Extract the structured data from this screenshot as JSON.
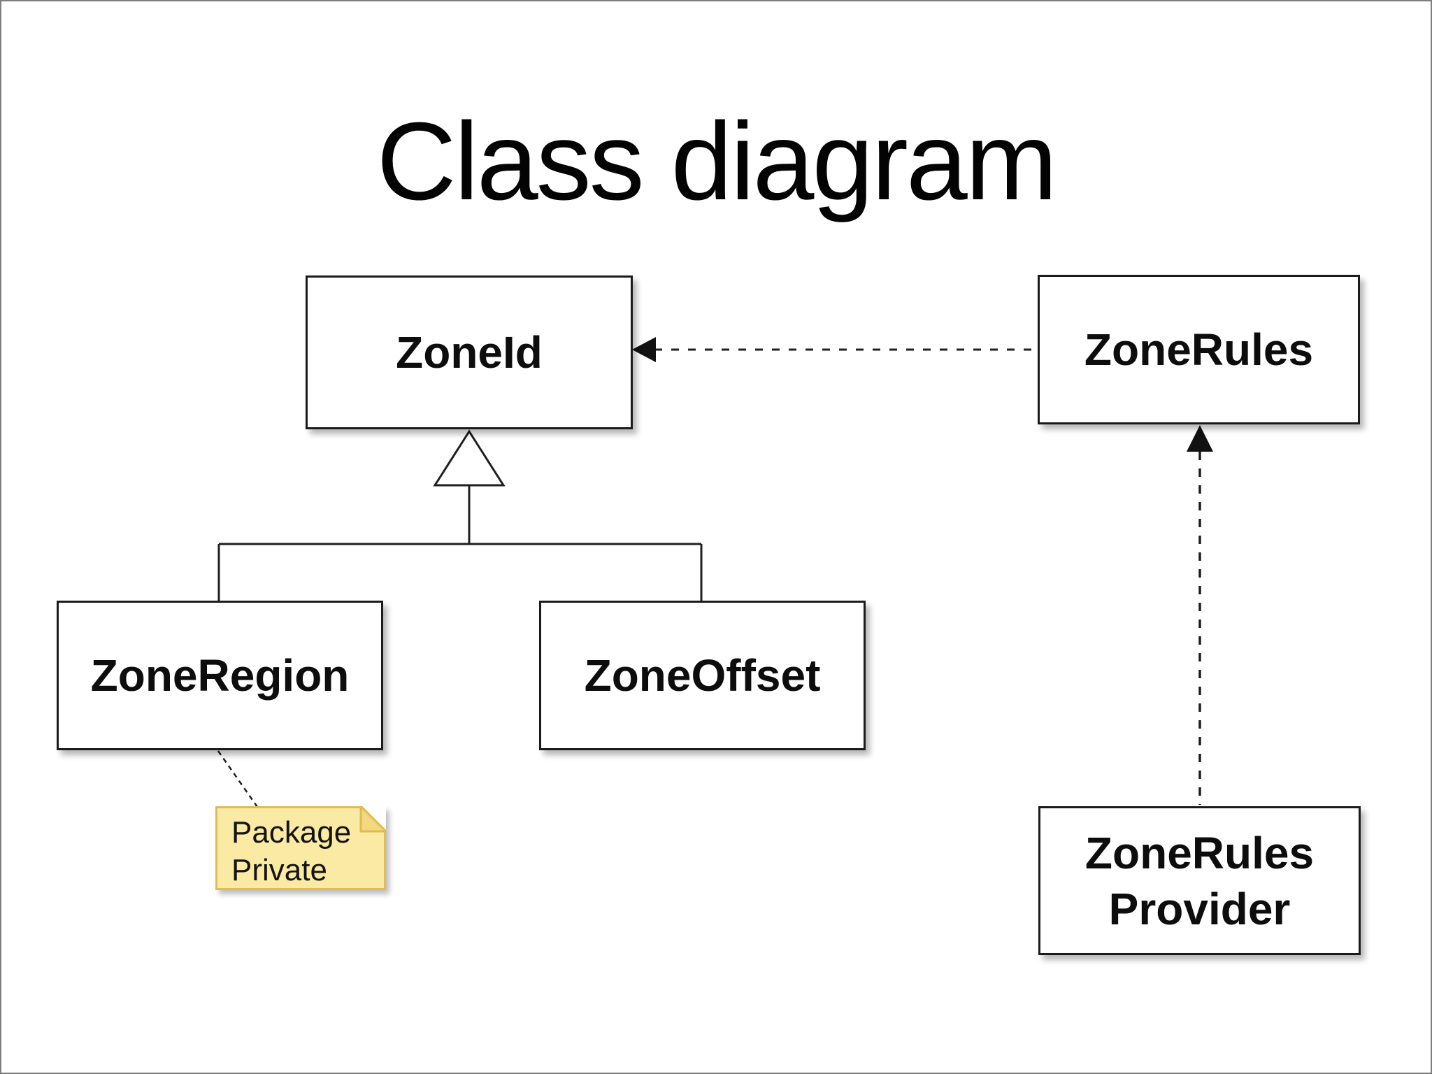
{
  "page": {
    "title": "Class diagram"
  },
  "classes": [
    {
      "name": "ZoneId",
      "lines": [
        "ZoneId"
      ]
    },
    {
      "name": "ZoneRules",
      "lines": [
        "ZoneRules"
      ]
    },
    {
      "name": "ZoneRegion",
      "lines": [
        "ZoneRegion"
      ]
    },
    {
      "name": "ZoneOffset",
      "lines": [
        "ZoneOffset"
      ]
    },
    {
      "name": "ZoneRulesProvider",
      "lines": [
        "ZoneRules",
        "Provider"
      ]
    }
  ],
  "note": {
    "lines": [
      "Package",
      "Private"
    ],
    "attached_to": "ZoneRegion",
    "fill_color": "#fbeaa4",
    "border_color": "#e2bc52"
  },
  "relationships": [
    {
      "from": "ZoneRules",
      "to": "ZoneId",
      "line": "dashed",
      "arrowhead": "filled-triangle",
      "type": "dependency"
    },
    {
      "from": "ZoneRegion",
      "to": "ZoneId",
      "line": "solid",
      "arrowhead": "hollow-triangle",
      "type": "generalization"
    },
    {
      "from": "ZoneOffset",
      "to": "ZoneId",
      "line": "solid",
      "arrowhead": "hollow-triangle",
      "type": "generalization"
    },
    {
      "from": "ZoneRulesProvider",
      "to": "ZoneRules",
      "line": "dashed",
      "arrowhead": "filled-triangle",
      "type": "dependency"
    },
    {
      "from": "ZoneRegion",
      "to": "note",
      "line": "dashed",
      "arrowhead": "none",
      "type": "note-attachment"
    }
  ],
  "colors": {
    "background": "#ffffff",
    "box_border": "#1b1b1b",
    "line": "#1f1f1f",
    "page_border": "#7e7e7e",
    "text": "#0d0d0d",
    "title_text": "#030303"
  }
}
